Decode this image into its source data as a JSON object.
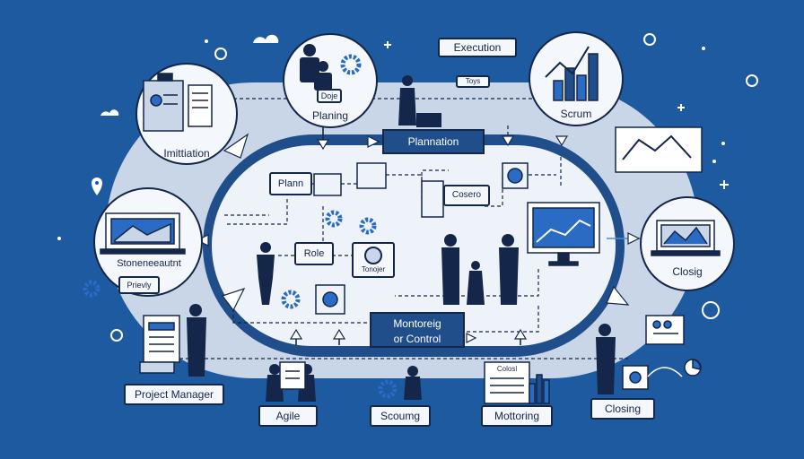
{
  "diagram": {
    "phases": {
      "initiation": "Imittiation",
      "planing": "Planing",
      "planing_tag": "Doje",
      "execution": "Execution",
      "execution_tag": "Toys",
      "scrum": "Scrum",
      "planation": "Plannation",
      "stakeholder": "Stoneneeautnt",
      "stakeholder_tag": "Prievly",
      "closing_circle": "Closig",
      "monitoring_control_1": "Montoreig",
      "monitoring_control_2": "or Control"
    },
    "inner_boxes": {
      "plan": "Plann",
      "role": "Role",
      "coseero": "Cosero",
      "tonder": "Tonojer"
    },
    "bottom_labels": {
      "project_manager": "Project Manager",
      "agile": "Agile",
      "scouting": "Scoumg",
      "monitoring": "Mottoring",
      "closing": "Closing",
      "doc_label": "Colosl"
    },
    "colors": {
      "background": "#1d5aa0",
      "outer_track": "#c9d6e8",
      "inner_field": "#eef3f9",
      "dark_navy": "#14264a",
      "accent_blue": "#2a6bc4"
    }
  }
}
